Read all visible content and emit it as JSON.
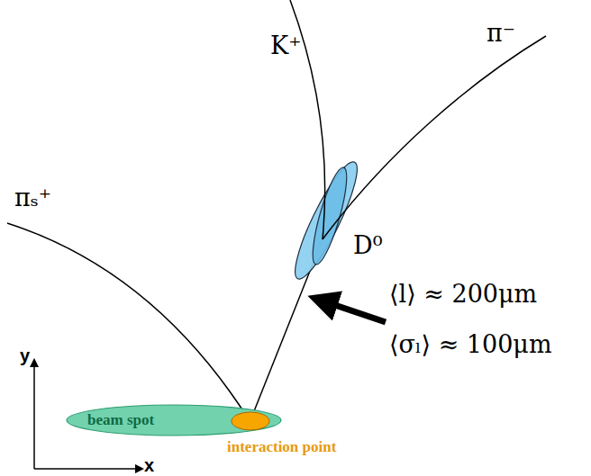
{
  "diagram": {
    "nodes": [
      {
        "text": [
          "beam spot"
        ]
      }
    ],
    "labels": [
      "K⁺",
      "π⁻",
      "πₛ⁺",
      "D⁰",
      "⟨l⟩ ≈ 200μm",
      "⟨σₗ⟩ ≈ 100μm",
      "interaction point",
      "y",
      "x"
    ]
  }
}
